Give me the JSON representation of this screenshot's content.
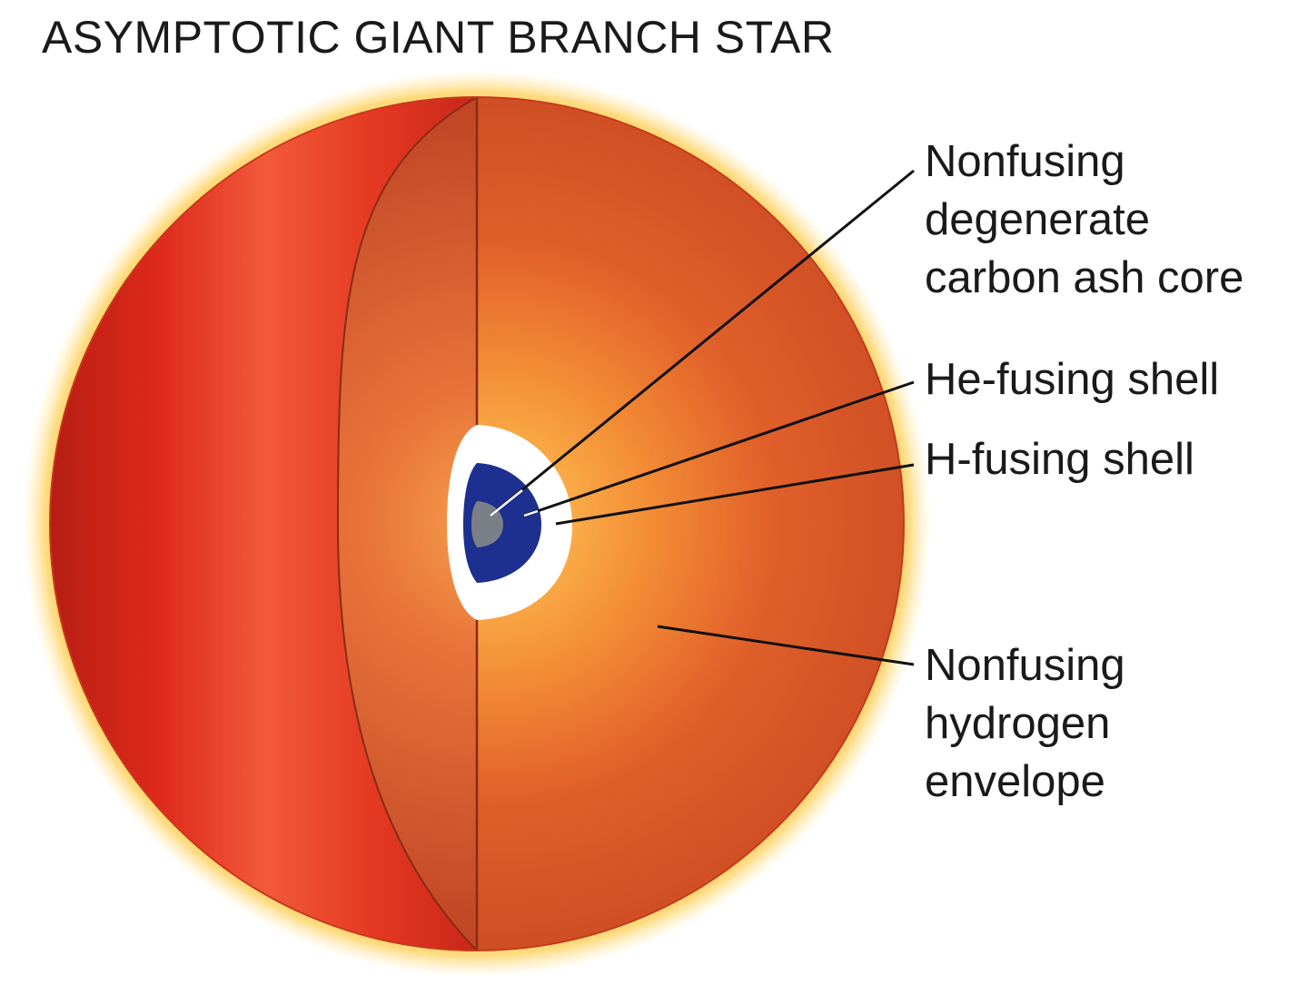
{
  "title": "ASYMPTOTIC GIANT BRANCH STAR",
  "labels": {
    "core": [
      "Nonfusing",
      "degenerate",
      "carbon ash core"
    ],
    "he_shell": [
      "He-fusing shell"
    ],
    "h_shell": [
      "H-fusing shell"
    ],
    "envelope": [
      "Nonfusing",
      "hydrogen",
      "envelope"
    ]
  },
  "colors": {
    "outer_surface": "#e32a1a",
    "cut_face": "#d9531f",
    "hot_interior": "#f9a23a",
    "hydrogen_shell": "#ffffff",
    "helium_shell": "#1d2f8f",
    "carbon_core": "#7a7f88",
    "glow": "#ffd05a"
  }
}
